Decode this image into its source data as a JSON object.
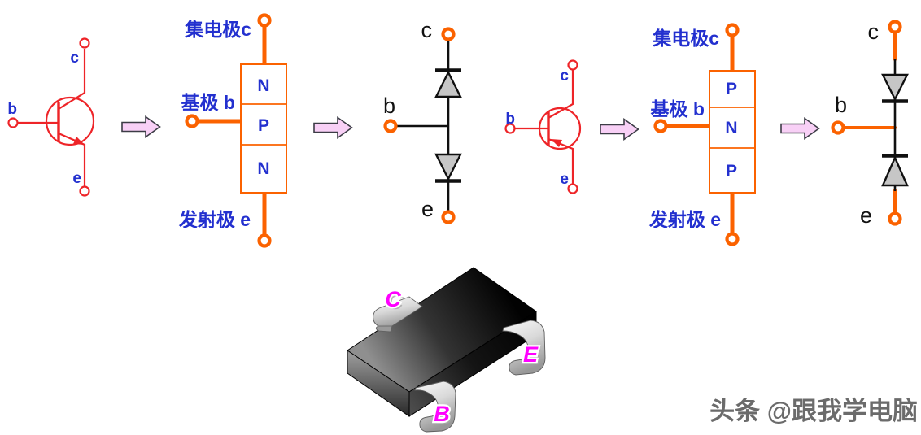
{
  "colors": {
    "red": "#ee2428",
    "blue": "#2330cf",
    "orange": "#fb6200",
    "ink": "#101010",
    "diode_fill": "#c6c6c6",
    "arrow_fill": "#f8d0f6",
    "arrow_stroke": "#3c3c46",
    "magenta": "#ff00ff",
    "watermark_gray": "#5f5f5f"
  },
  "npn_symbol": {
    "collector": "c",
    "base": "b",
    "emitter": "e"
  },
  "npn_block": {
    "collector_label": "集电极c",
    "base_label": "基极 b",
    "emitter_label": "发射极 e",
    "layers": [
      "N",
      "P",
      "N"
    ]
  },
  "npn_diode_model": {
    "collector": "c",
    "base": "b",
    "emitter": "e"
  },
  "pnp_symbol": {
    "collector": "c",
    "base": "b",
    "emitter": "e"
  },
  "pnp_block": {
    "collector_label": "集电极c",
    "base_label": "基极 b",
    "emitter_label": "发射极 e",
    "layers": [
      "P",
      "N",
      "P"
    ]
  },
  "pnp_diode_model": {
    "collector": "c",
    "base": "b",
    "emitter": "e"
  },
  "package": {
    "pin_c": "C",
    "pin_b": "B",
    "pin_e": "E"
  },
  "watermark": {
    "text": "头条 @跟我学电脑"
  }
}
